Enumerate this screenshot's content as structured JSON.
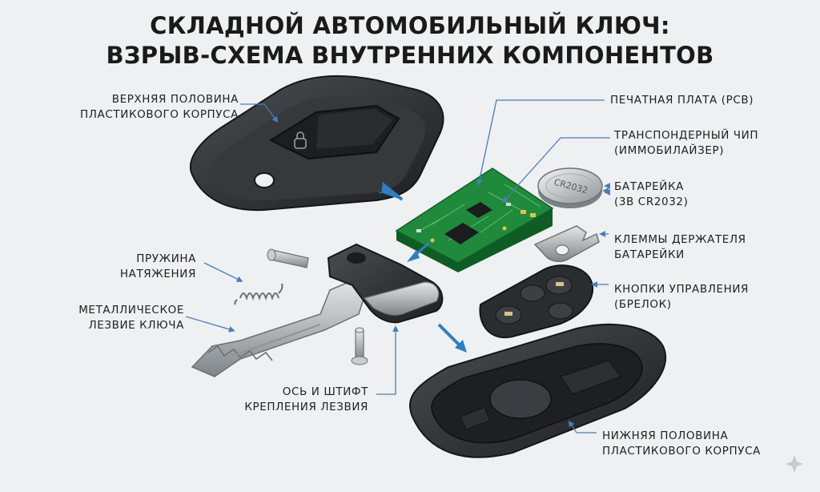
{
  "title": {
    "line1": "СКЛАДНОЙ АВТОМОБИЛЬНЫЙ КЛЮЧ:",
    "line2": "ВЗРЫВ-СХЕМА ВНУТРЕННИХ КОМПОНЕНТОВ"
  },
  "labels": {
    "upper_housing": {
      "line1": "ВЕРХНЯЯ ПОЛОВИНА",
      "line2": "ПЛАСТИКОВОГО КОРПУСА"
    },
    "pcb": {
      "line1": "ПЕЧАТНАЯ ПЛАТА (PCB)"
    },
    "transponder": {
      "line1": "ТРАНСПОНДЕРНЫЙ ЧИП",
      "line2": "(ИММОБИЛАЙЗЕР)"
    },
    "battery": {
      "line1": "БАТАРЕЙКА",
      "line2": "(3В CR2032)"
    },
    "battery_clips": {
      "line1": "КЛЕММЫ ДЕРЖАТЕЛЯ",
      "line2": "БАТАРЕЙКИ"
    },
    "buttons": {
      "line1": "КНОПКИ УПРАВЛЕНИЯ",
      "line2": "(БРЕЛОК)"
    },
    "spring": {
      "line1": "ПРУЖИНА",
      "line2": "НАТЯЖЕНИЯ"
    },
    "blade": {
      "line1": "МЕТАЛЛИЧЕСКОЕ",
      "line2": "ЛЕЗВИЕ КЛЮЧА"
    },
    "pivot_pin": {
      "line1": "ОСЬ И ШТИФТ",
      "line2": "КРЕПЛЕНИЯ ЛЕЗВИЯ"
    },
    "lower_housing": {
      "line1": "НИЖНЯЯ ПОЛОВИНА",
      "line2": "ПЛАСТИКОВОГО КОРПУСА"
    }
  },
  "battery_marking": "CR2032",
  "colors": {
    "background": "#eef0f1",
    "plastic": "#2b2e31",
    "pcb_green": "#1f8a3b",
    "metal": "#b8bcc0",
    "arrow_blue": "#2f7fc0",
    "leader": "#4a7db8"
  }
}
